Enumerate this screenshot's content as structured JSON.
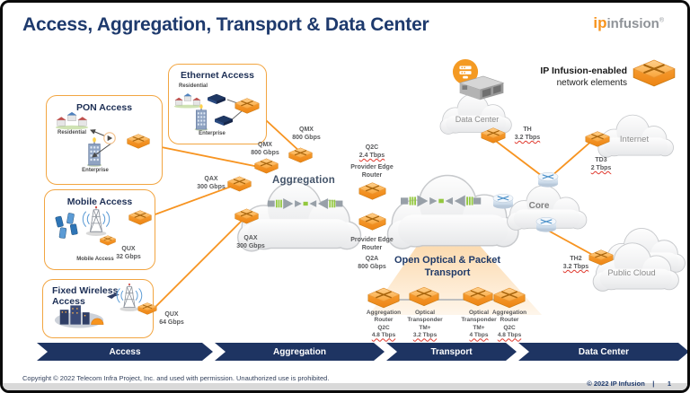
{
  "colors": {
    "orange": "#F7941E",
    "navy": "#1F3864",
    "spell_red": "#E0392E"
  },
  "header": {
    "title": "Access, Aggregation, Transport & Data Center",
    "logo_ip": "ip",
    "logo_infusion": "infusion",
    "logo_mark": "®"
  },
  "legend": {
    "line1": "IP Infusion-enabled",
    "line2": "network elements"
  },
  "boxes": {
    "pon": {
      "title": "PON Access",
      "residential": "Residential",
      "enterprise": "Enterprise"
    },
    "ethernet": {
      "title": "Ethernet Access",
      "residential": "Residential",
      "enterprise": "Enterprise"
    },
    "mobile": {
      "title": "Mobile Access",
      "caption": "Mobile Access",
      "model": "QUX",
      "rate": "32 Gbps"
    },
    "fixed": {
      "title": "Fixed Wireless Access",
      "model": "QUX",
      "rate": "64 Gbps"
    }
  },
  "clouds": {
    "aggregation": "Aggregation",
    "transport_heading": "Open Optical & Packet Transport",
    "core": "Core",
    "internet": "Internet",
    "public_cloud": "Public Cloud",
    "data_center": "Data Center"
  },
  "devices": {
    "qmx_upper": {
      "model": "QMX",
      "rate": "800 Gbps"
    },
    "qmx_lower": {
      "model": "QMX",
      "rate": "800 Gbps"
    },
    "qax_upper": {
      "model": "QAX",
      "rate": "300 Gbps"
    },
    "qax_lower": {
      "model": "QAX",
      "rate": "300 Gbps"
    },
    "pe_top": {
      "role": "Provider Edge Router",
      "model": "Q2C",
      "rate": "2.4 Tbps"
    },
    "pe_bottom": {
      "role": "Provider Edge Router",
      "model": "Q2A",
      "rate": "800 Gbps"
    },
    "th": {
      "model": "TH",
      "rate": "3.2 Tbps"
    },
    "td3": {
      "model": "TD3",
      "rate": "2 Tbps"
    },
    "th2": {
      "model": "TH2",
      "rate": "3.2 Tbps"
    }
  },
  "transport_devices": [
    {
      "role": "Aggregation Router",
      "model": "Q2C",
      "rate": "4.8 Tbps"
    },
    {
      "role": "Optical Transponder",
      "model": "TM+",
      "rate": "3.2 Tbps"
    },
    {
      "role": "Optical Transponder",
      "model": "TM+",
      "rate": "4 Tbps"
    },
    {
      "role": "Aggregation Router",
      "model": "Q2C",
      "rate": "4.8 Tbps"
    }
  ],
  "bands": [
    "Access",
    "Aggregation",
    "Transport",
    "Data Center"
  ],
  "footer": {
    "copyright": "Copyright © 2022 Telecom Infra Project, Inc. and used with permission. Unauthorized use is prohibited.",
    "brand": "© 2022 IP Infusion",
    "divider": "|",
    "page": "1"
  }
}
